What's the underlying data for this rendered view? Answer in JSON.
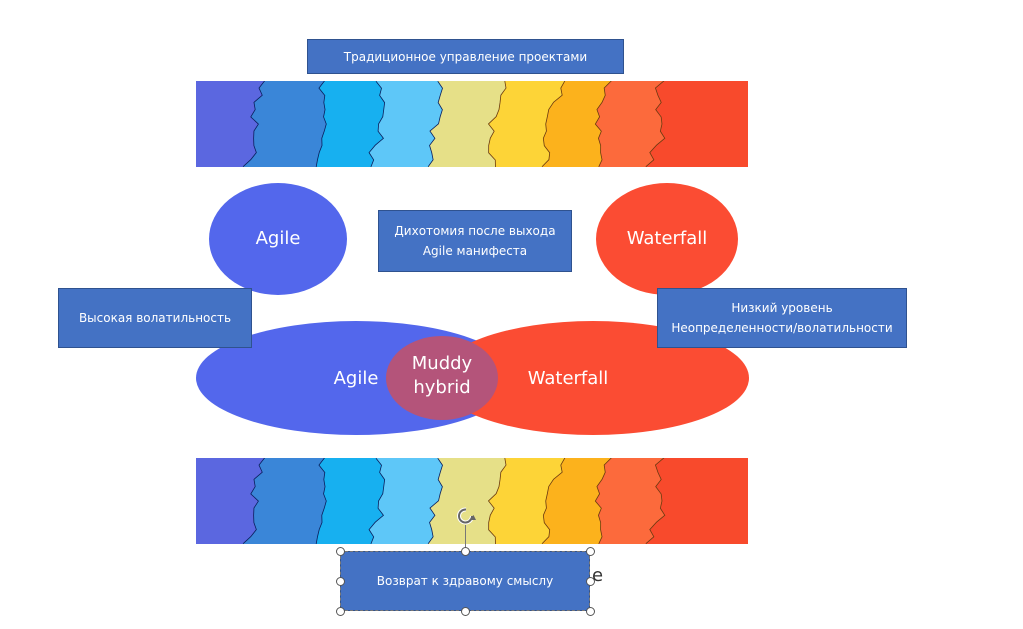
{
  "title_box": "Традиционное управление проектами",
  "dichotomy_box": [
    "Дихотомия после выхода",
    "Agile манифеста"
  ],
  "left_box": "Высокая волатильность",
  "right_box": [
    "Низкий уровень",
    "Неопределенности/волатильности"
  ],
  "top_ellipses": {
    "agile": "Agile",
    "waterfall": "Waterfall"
  },
  "venn": {
    "agile": "Agile",
    "hybrid": [
      "Muddy",
      "hybrid"
    ],
    "waterfall": "Waterfall"
  },
  "bottom_box": "Возврат к здравому смыслу",
  "stray_char": "е",
  "colors": {
    "agile": "#5367ec",
    "waterfall": "#fb4c33",
    "hybrid": "#b4547a",
    "box": "#4472c4",
    "strip": [
      "#5b67e0",
      "#3a86d8",
      "#17b0f0",
      "#5ec7f8",
      "#e6e088",
      "#fdd437",
      "#fcb21c",
      "#fc6a3c",
      "#f84a2c"
    ]
  }
}
